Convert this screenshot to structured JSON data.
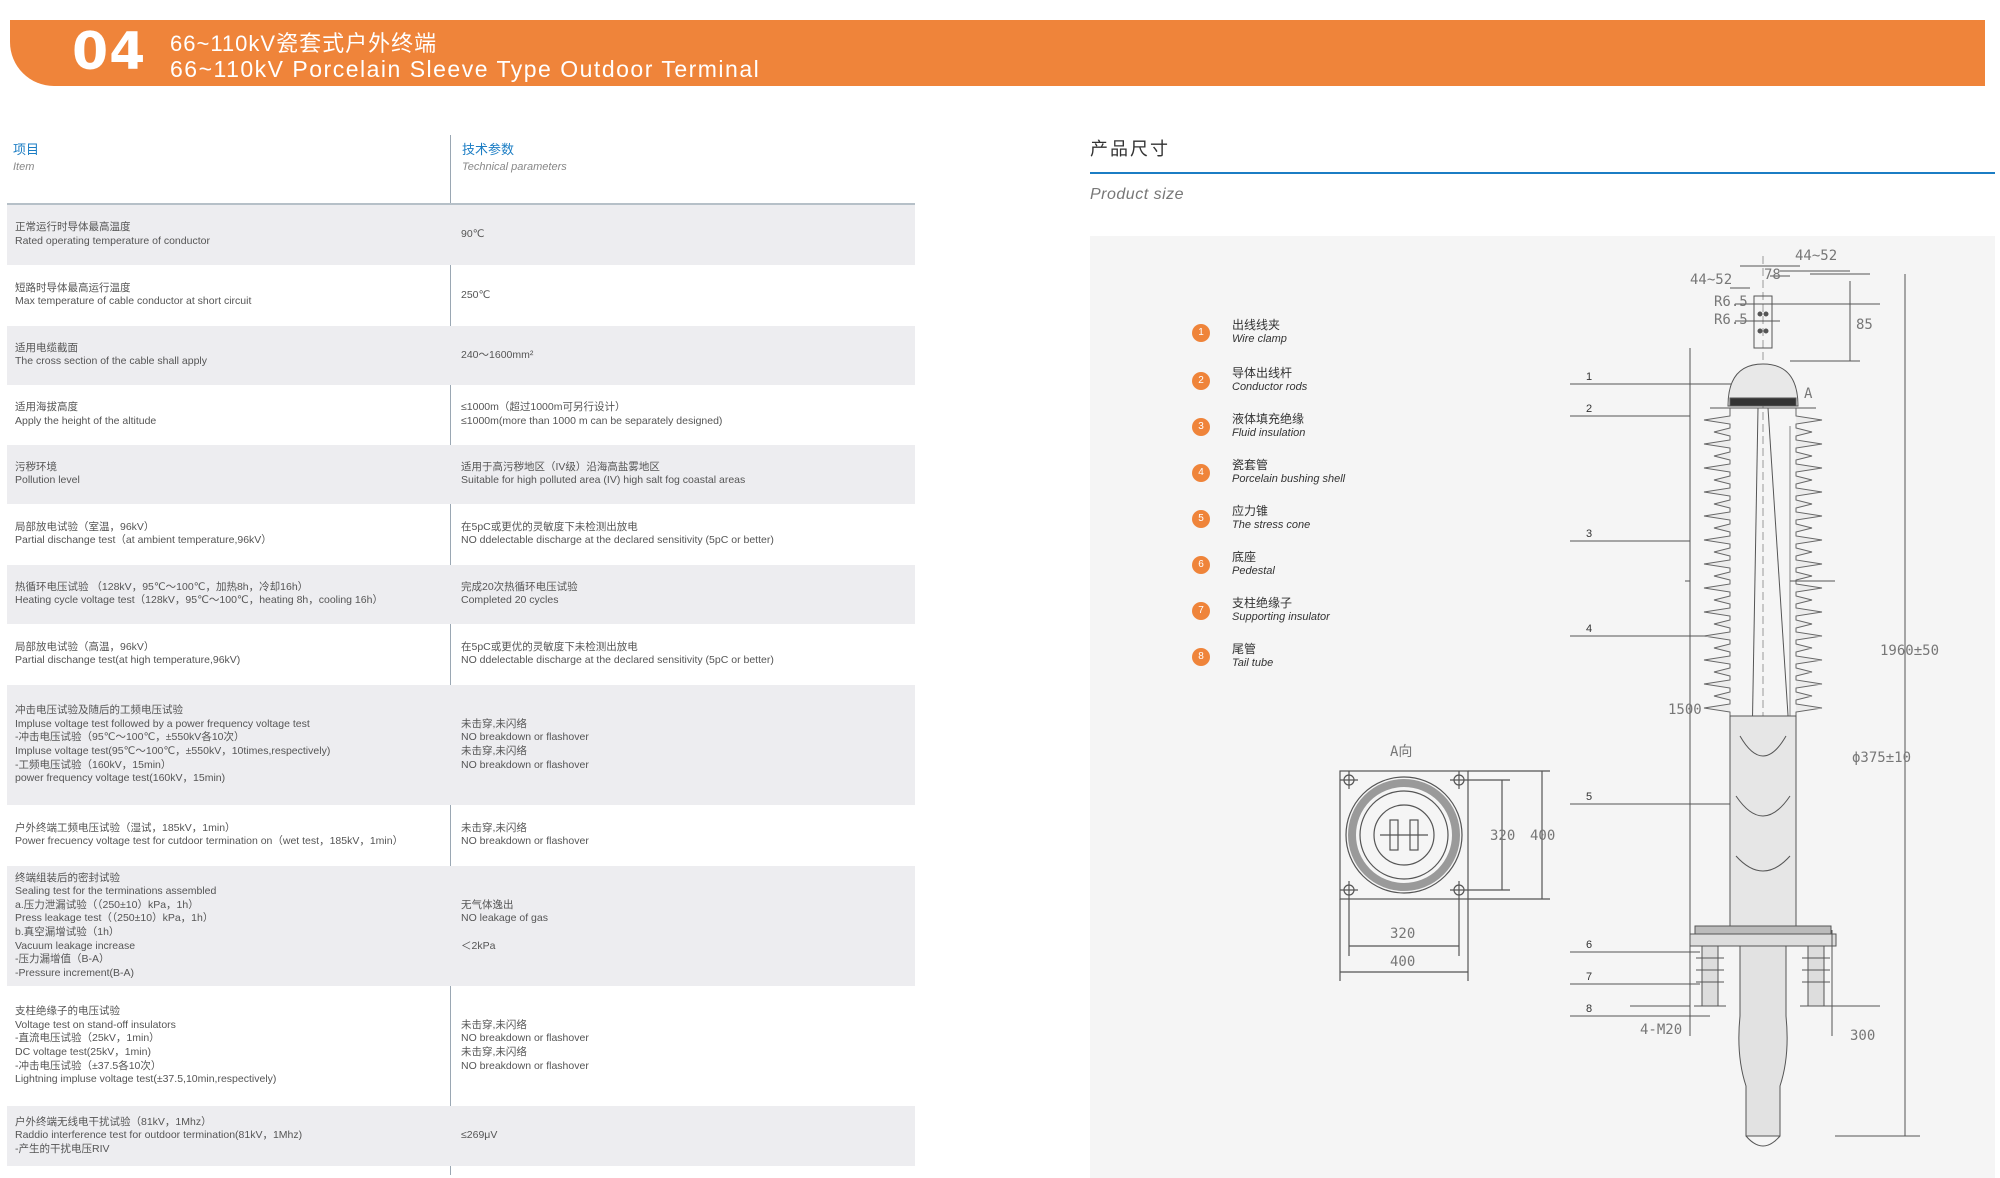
{
  "header": {
    "number": "04",
    "title_cn": "66~110kV瓷套式户外终端",
    "title_en": "66~110kV Porcelain Sleeve Type Outdoor Terminal"
  },
  "table": {
    "col_item_cn": "项目",
    "col_item_en": "Item",
    "col_param_cn": "技术参数",
    "col_param_en": "Technical parameters",
    "rows": [
      {
        "item": [
          "正常运行时导体最高温度",
          "Rated operating temperature of conductor"
        ],
        "param": [
          "90℃"
        ]
      },
      {
        "item": [
          "短路时导体最高运行温度",
          "Max temperature of cable conductor at short circuit"
        ],
        "param": [
          "250℃"
        ]
      },
      {
        "item": [
          "适用电缆截面",
          "The cross section of the cable shall apply"
        ],
        "param": [
          "240～1600mm²"
        ]
      },
      {
        "item": [
          "适用海拔高度",
          "Apply the height of the altitude"
        ],
        "param": [
          "≤1000m（超过1000m可另行设计）",
          "≤1000m(more than 1000 m can be separately designed)"
        ]
      },
      {
        "item": [
          "污秽环境",
          "Pollution level"
        ],
        "param": [
          "适用于高污秽地区（IV级）沿海高盐雾地区",
          "Suitable for high polluted area (IV) high salt fog coastal areas"
        ]
      },
      {
        "item": [
          "局部放电试验（室温，96kV）",
          "Partial dischange test（at ambient temperature,96kV）"
        ],
        "param": [
          "在5pC或更优的灵敏度下未检测出放电",
          "NO ddelectable discharge at the declared sensitivity (5pC or better)"
        ]
      },
      {
        "item": [
          "热循环电压试验 （128kV，95℃～100℃，加热8h，冷却16h）",
          "Heating cycle voltage test（128kV，95℃～100℃，heating 8h，cooling 16h）"
        ],
        "param": [
          "完成20次热循环电压试验",
          "Completed 20 cycles"
        ]
      },
      {
        "item": [
          "局部放电试验（高温，96kV）",
          "Partial dischange test(at high temperature,96kV)"
        ],
        "param": [
          "在5pC或更优的灵敏度下未检测出放电",
          "NO ddelectable discharge at the declared sensitivity (5pC or better)"
        ]
      },
      {
        "item": [
          "冲击电压试验及随后的工频电压试验",
          "Impluse voltage test followed by a power frequency voltage test",
          "-冲击电压试验（95℃～100℃，±550kV各10次）",
          "Impluse voltage test(95℃～100℃，±550kV，10times,respectively)",
          "-工频电压试验（160kV，15min）",
          "power frequency voltage test(160kV，15min)"
        ],
        "param": [
          "未击穿,未闪络",
          "NO breakdown or flashover",
          "未击穿,未闪络",
          "NO breakdown or flashover"
        ]
      },
      {
        "item": [
          "户外终端工频电压试验（湿试，185kV，1min）",
          "Power frecuency voltage test for cutdoor termination on（wet test，185kV，1min）"
        ],
        "param": [
          "未击穿,未闪络",
          "NO breakdown or flashover"
        ]
      },
      {
        "item": [
          "终端组装后的密封试验",
          "Sealing test for the terminations assembled",
          "a.压力泄漏试验（（250±10）kPa，1h）",
          "Press leakage test（（250±10）kPa，1h）",
          "b.真空漏增试验（1h）",
          "Vacuum leakage increase",
          "-压力漏增值（B-A）",
          "-Pressure increment(B-A)"
        ],
        "param": [
          "无气体逸出",
          "NO leakage of gas",
          "",
          "＜2kPa"
        ]
      },
      {
        "item": [
          "支柱绝缘子的电压试验",
          "Voltage test on stand-off insulators",
          "-直流电压试验（25kV，1min）",
          "DC voltage test(25kV，1min)",
          "-冲击电压试验（±37.5各10次）",
          "Lightning impluse voltage test(±37.5,10min,respectively)"
        ],
        "param": [
          "未击穿,未闪络",
          "NO breakdown or flashover",
          "未击穿,未闪络",
          "NO breakdown or flashover"
        ]
      },
      {
        "item": [
          "户外终端无线电干扰试验（81kV，1Mhz）",
          "Raddio interference test for outdoor termination(81kV，1Mhz)",
          "-产生的干扰电压RIV"
        ],
        "param": [
          "≤269μV"
        ]
      }
    ]
  },
  "product_size": {
    "title_cn": "产品尺寸",
    "title_en": "Product size"
  },
  "legend": [
    {
      "num": "1",
      "cn": "出线线夹",
      "en": "Wire clamp"
    },
    {
      "num": "2",
      "cn": "导体出线杆",
      "en": "Conductor rods"
    },
    {
      "num": "3",
      "cn": "液体填充绝缘",
      "en": "Fluid insulation"
    },
    {
      "num": "4",
      "cn": "瓷套管",
      "en": "Porcelain bushing shell"
    },
    {
      "num": "5",
      "cn": "应力锥",
      "en": "The stress cone"
    },
    {
      "num": "6",
      "cn": "底座",
      "en": "Pedestal"
    },
    {
      "num": "7",
      "cn": "支柱绝缘子",
      "en": "Supporting insulator"
    },
    {
      "num": "8",
      "cn": "尾管",
      "en": "Tail tube"
    }
  ],
  "drawing": {
    "view_label": "A向",
    "dims": {
      "d44_52_top": "44~52",
      "d44_52_left": "44~52",
      "d78": "78",
      "r65a": "R6.5",
      "r65b": "R6.5",
      "d85": "85",
      "a": "A",
      "d1960": "1960±50",
      "d1500": "1500",
      "d375": "ϕ375±10",
      "d4m20": "4-M20",
      "d300": "300",
      "d320v": "320",
      "d400v": "400",
      "d320h": "320",
      "d400h": "400"
    },
    "callouts": [
      "1",
      "2",
      "3",
      "4",
      "5",
      "6",
      "7",
      "8"
    ]
  }
}
